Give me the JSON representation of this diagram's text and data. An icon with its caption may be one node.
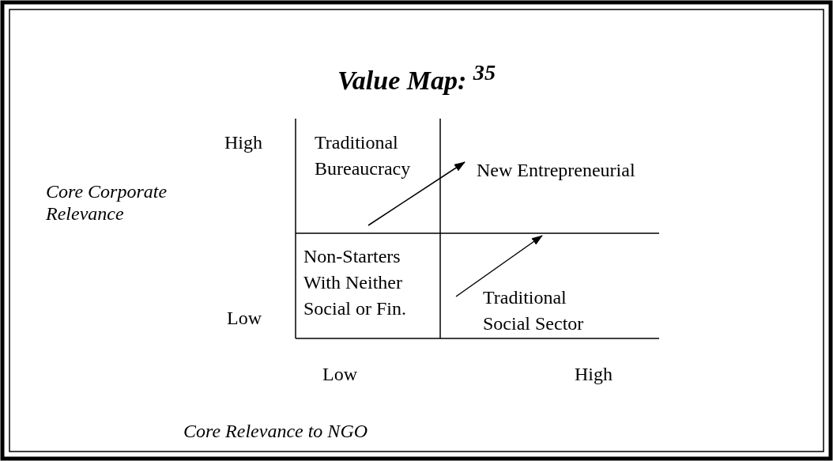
{
  "diagram": {
    "title": "Value Map: $^{35}$",
    "nodes": [
      {
        "text": [
          "Traditional Bureaucracy"
        ]
      },
      {
        "text": [
          "New Entrepreneurial"
        ]
      },
      {
        "text": [
          "Non-Starters With Neither Social or Fin."
        ]
      },
      {
        "text": [
          "Traditional Social Sector"
        ]
      }
    ],
    "edges": [
      {
        "from": null,
        "to": 1,
        "arrow": "to"
      },
      {
        "from": 3,
        "to": 1,
        "arrow": "to"
      }
    ],
    "labels": [
      "High",
      "Core Corporate Relevance",
      "Low",
      "Low",
      "High",
      "Core Relevance to NGO"
    ]
  }
}
